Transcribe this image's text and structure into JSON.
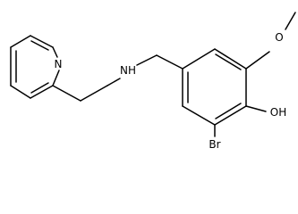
{
  "structure": {
    "atoms": {
      "pyridine_n": "N",
      "amine_nh": "NH",
      "methoxy_o": "O",
      "hydroxyl": "OH",
      "bromine": "Br"
    }
  }
}
